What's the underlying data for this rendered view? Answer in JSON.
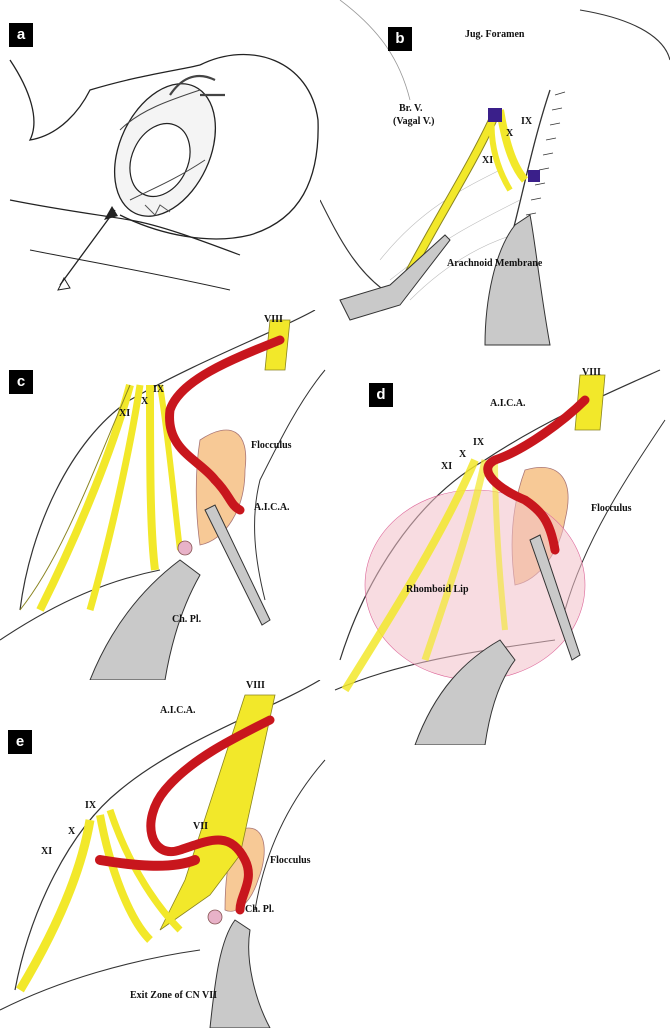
{
  "panels": {
    "a": {
      "label": "a"
    },
    "b": {
      "label": "b",
      "jug_foramen": "Jug. Foramen",
      "br_v_line1": "Br. V.",
      "br_v_line2": "(Vagal V.)",
      "ix": "IX",
      "x": "X",
      "xi": "XI",
      "arachnoid": "Arachnoid Membrane"
    },
    "c": {
      "label": "c",
      "viii": "VIII",
      "ix": "IX",
      "x": "X",
      "xi": "XI",
      "flocculus": "Flocculus",
      "aica": "A.I.C.A.",
      "chpl": "Ch. Pl."
    },
    "d": {
      "label": "d",
      "viii": "VIII",
      "aica": "A.I.C.A.",
      "ix": "IX",
      "x": "X",
      "xi": "XI",
      "flocculus": "Flocculus",
      "rhomboid": "Rhomboid Lip"
    },
    "e": {
      "label": "e",
      "viii": "VIII",
      "aica": "A.I.C.A.",
      "ix": "IX",
      "x": "X",
      "xi": "XI",
      "vii": "VII",
      "flocculus": "Flocculus",
      "chpl": "Ch. Pl.",
      "exit": "Exit Zone of CN VII"
    }
  },
  "colors": {
    "nerve": "#f2e82a",
    "nerve_edge": "#8a8420",
    "artery": "#c8161d",
    "flocculus": "#f7c996",
    "instrument": "#c9c9c9",
    "rhomboid": "#f2c0c8",
    "vein": "#3a1f8a"
  }
}
